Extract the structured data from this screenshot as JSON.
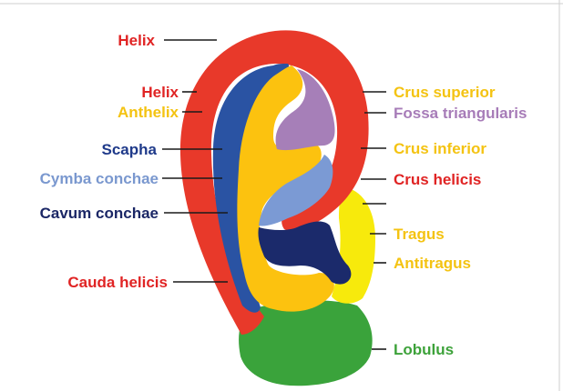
{
  "colors": {
    "helix": "#e8392a",
    "anthelix": "#fcc20f",
    "scapha": "#2a53a3",
    "cymba_conchae": "#7b9ad4",
    "cavum_conchae": "#1b2a6b",
    "fossa_triangularis": "#a67fb8",
    "lobulus": "#3aa33b",
    "tragus": "#f7ea0c",
    "label_red": "#e02424",
    "label_yellow": "#f4c312",
    "label_navy": "#1f3a8a",
    "label_lightblue": "#7a98cf",
    "label_darknavy": "#1b2766",
    "label_purple": "#a77cb8",
    "label_green": "#3da23a"
  },
  "labels": {
    "helix_top": "Helix",
    "helix": "Helix",
    "anthelix": "Anthelix",
    "scapha": "Scapha",
    "cymba_conchae": "Cymba conchae",
    "cavum_conchae": "Cavum conchae",
    "cauda_helicis": "Cauda helicis",
    "crus_superior": "Crus superior",
    "fossa_triangularis": "Fossa triangularis",
    "crus_inferior": "Crus inferior",
    "crus_helicis": "Crus helicis",
    "tragus": "Tragus",
    "antitragus": "Antitragus",
    "lobulus": "Lobulus"
  }
}
